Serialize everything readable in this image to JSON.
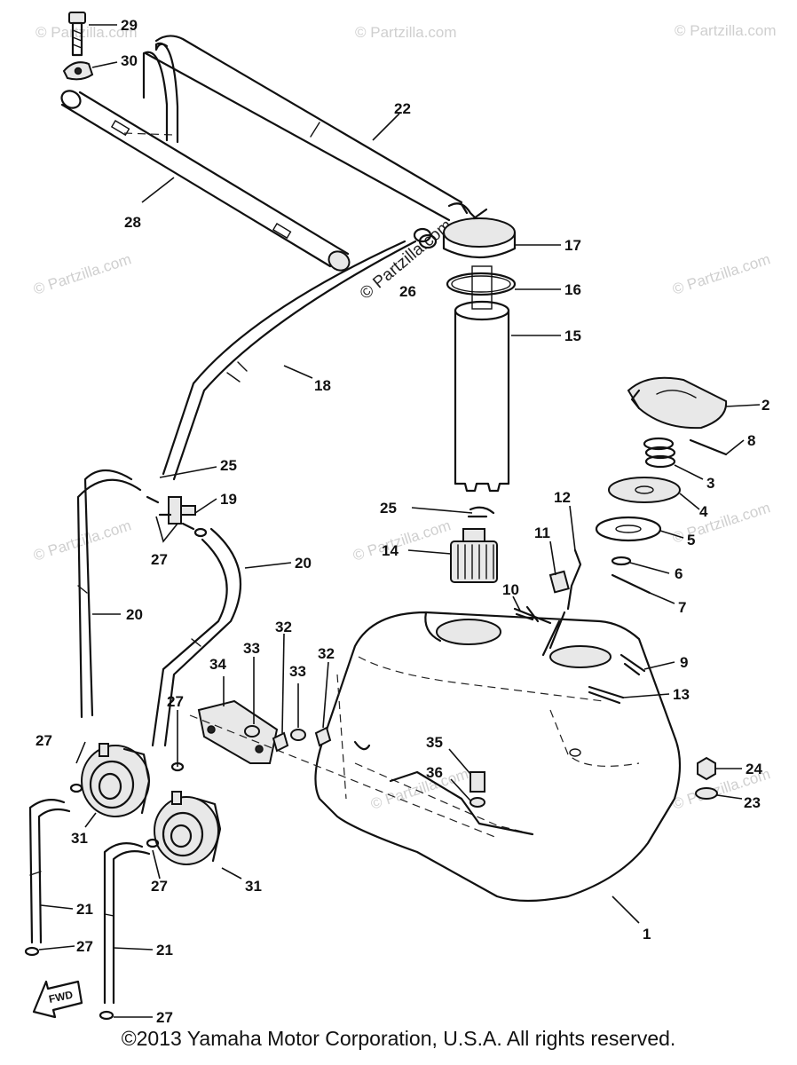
{
  "watermark": "© Partzilla.com",
  "center_watermark": "© Partzilla.com",
  "copyright": "©2013 Yamaha Motor Corporation, U.S.A. All rights reserved.",
  "fwd_label": "FWD",
  "callouts": {
    "c1": "1",
    "c2": "2",
    "c3": "3",
    "c4": "4",
    "c5": "5",
    "c6": "6",
    "c7": "7",
    "c8": "8",
    "c9": "9",
    "c10": "10",
    "c11": "11",
    "c12": "12",
    "c13": "13",
    "c14": "14",
    "c15": "15",
    "c16": "16",
    "c17": "17",
    "c18": "18",
    "c19": "19",
    "c20a": "20",
    "c20b": "20",
    "c21a": "21",
    "c21b": "21",
    "c22": "22",
    "c23": "23",
    "c24": "24",
    "c25a": "25",
    "c25b": "25",
    "c26": "26",
    "c27a": "27",
    "c27b": "27",
    "c27c": "27",
    "c27d": "27",
    "c27e": "27",
    "c27f": "27",
    "c28": "28",
    "c29": "29",
    "c30": "30",
    "c31a": "31",
    "c31b": "31",
    "c32a": "32",
    "c32b": "32",
    "c33a": "33",
    "c33b": "33",
    "c34": "34",
    "c35": "35",
    "c36": "36"
  }
}
